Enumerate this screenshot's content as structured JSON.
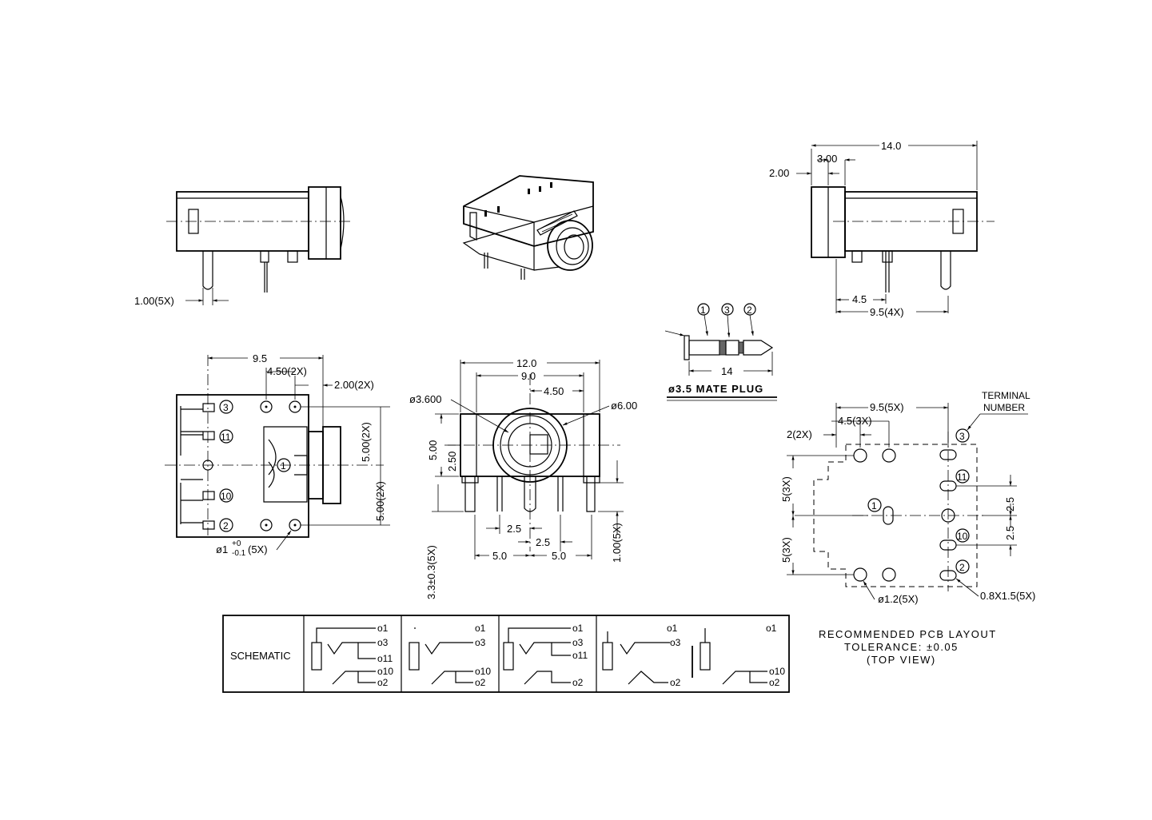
{
  "dims": {
    "left_view": {
      "pin_width": "1.00(5X)"
    },
    "right_view": {
      "total": "14.0",
      "d300": "3.00",
      "d200": "2.00",
      "d45": "4.5",
      "d95": "9.5(4X)"
    },
    "bottom_view": {
      "d95": "9.5",
      "d450": "4.50(2X)",
      "d200": "2.00(2X)",
      "d500a": "5.00(2X)",
      "d500b": "5.00(2X)",
      "hole": "ø1",
      "hole_tol_up": "+0",
      "hole_tol_dn": "-0.1",
      "hole_count": "(5X)"
    },
    "front_view": {
      "d120": "12.0",
      "d90": "9.0",
      "d450": "4.50",
      "dia3600": "ø3.600",
      "dia600": "ø6.00",
      "d500": "5.00",
      "d250v": "2.50",
      "d25a": "2.5",
      "d25b": "2.5",
      "d50a": "5.0",
      "d50b": "5.0",
      "d100": "1.00(5X)",
      "d33": "3.3±0.3(5X)"
    },
    "plug": {
      "len": "14",
      "title": "ø3.5 MATE PLUG",
      "n1": "1",
      "n3": "3",
      "n2": "2"
    },
    "pcb": {
      "d95": "9.5(5X)",
      "d45": "4.5(3X)",
      "d2": "2(2X)",
      "d5a": "5(3X)",
      "d5b": "5(3X)",
      "d25a": "2.5",
      "d25b": "2.5",
      "hole": "ø1.2(5X)",
      "slot": "0.8X1.5(5X)",
      "term_title_1": "TERMINAL",
      "term_title_2": "NUMBER"
    }
  },
  "pins": {
    "p1": "1",
    "p2": "2",
    "p3": "3",
    "p10": "10",
    "p11": "11"
  },
  "pcb_notes": {
    "line1": "RECOMMENDED PCB LAYOUT",
    "line2": "TOLERANCE: ±0.05",
    "line3": "(TOP VIEW)"
  },
  "schematic": {
    "label": "SCHEMATIC",
    "cells": [
      {
        "t1": "o1",
        "t3": "o3",
        "t11": "o11",
        "t10": "o10",
        "t2": "o2"
      },
      {
        "t1": "o1",
        "t3": "o3",
        "t10": "o10",
        "t2": "o2"
      },
      {
        "t1": "o1",
        "t3": "o3",
        "t11": "o11",
        "t2": "o2"
      },
      {
        "t1": "o1",
        "t3": "o3",
        "t2": "o2"
      },
      {
        "t1": "o1",
        "t10": "o10",
        "t2": "o2"
      }
    ]
  }
}
